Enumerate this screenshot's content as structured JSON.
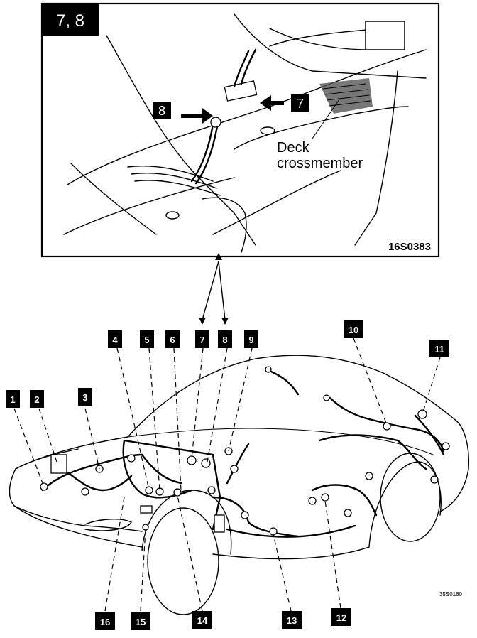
{
  "inset": {
    "tag": "7, 8",
    "callouts": [
      "8",
      "7"
    ],
    "label_line1": "Deck",
    "label_line2": "crossmember",
    "figure_code": "16S0383"
  },
  "callouts": [
    "1",
    "2",
    "3",
    "4",
    "5",
    "6",
    "7",
    "8",
    "9",
    "10",
    "11",
    "12",
    "13",
    "14",
    "15",
    "16"
  ],
  "figure_code": "35S0180"
}
